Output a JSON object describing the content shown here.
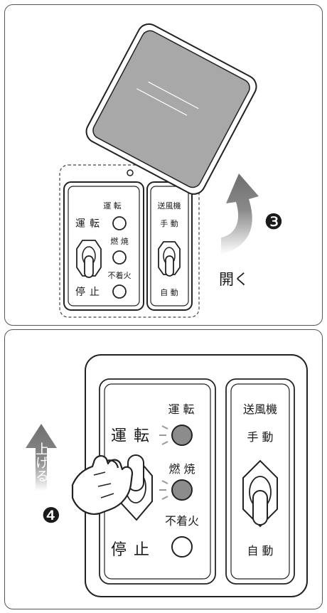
{
  "top_panel": {
    "run_label": "運転",
    "run_lamp_label": "運 転",
    "burn_lamp_label": "燃 焼",
    "misfire_lamp_label": "不着火",
    "stop_label": "停止",
    "fan_label": "送風機",
    "manual_label": "手 動",
    "auto_label": "自 動",
    "open_label": "開く",
    "step_number": "❸"
  },
  "bottom_panel": {
    "run_label": "運転",
    "run_lamp_label": "運 転",
    "burn_lamp_label": "燃 焼",
    "misfire_lamp_label": "不着火",
    "stop_label": "停止",
    "fan_label": "送風機",
    "manual_label": "手 動",
    "auto_label": "自 動",
    "raise_label": "上げる",
    "step_number": "❹"
  },
  "colors": {
    "cover_fill": "#a8a8a8",
    "lamp_on": "#8c8c8c",
    "arrow_gray": "#7a7a7a"
  }
}
